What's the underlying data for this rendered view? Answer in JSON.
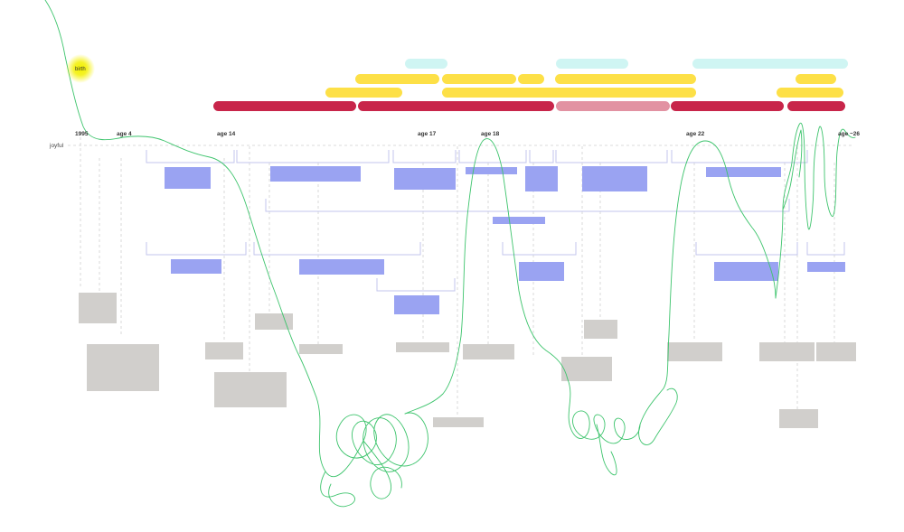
{
  "timeline": {
    "birth_label": "birth",
    "mood_label": "joyful",
    "age_labels": [
      "1995",
      "age 4",
      "age 14",
      "age 17",
      "age 18",
      "age 22",
      "age ~26"
    ]
  },
  "colors": {
    "background": "#ffffff",
    "bar_teal": "#cff5f3",
    "bar_yellow": "#fde047",
    "bar_crimson": "#c8254a",
    "bar_crimson_light": "#e292a2",
    "block_blue": "#9aa3f2",
    "bracket_lavender": "#c3c6ec",
    "block_gray": "#d1cfcc",
    "guide_gray": "#cfcfcf",
    "emotion_line": "#3ec46d",
    "birth_glow": "#f0f000"
  },
  "icons": {
    "birth": "glow-dot"
  }
}
